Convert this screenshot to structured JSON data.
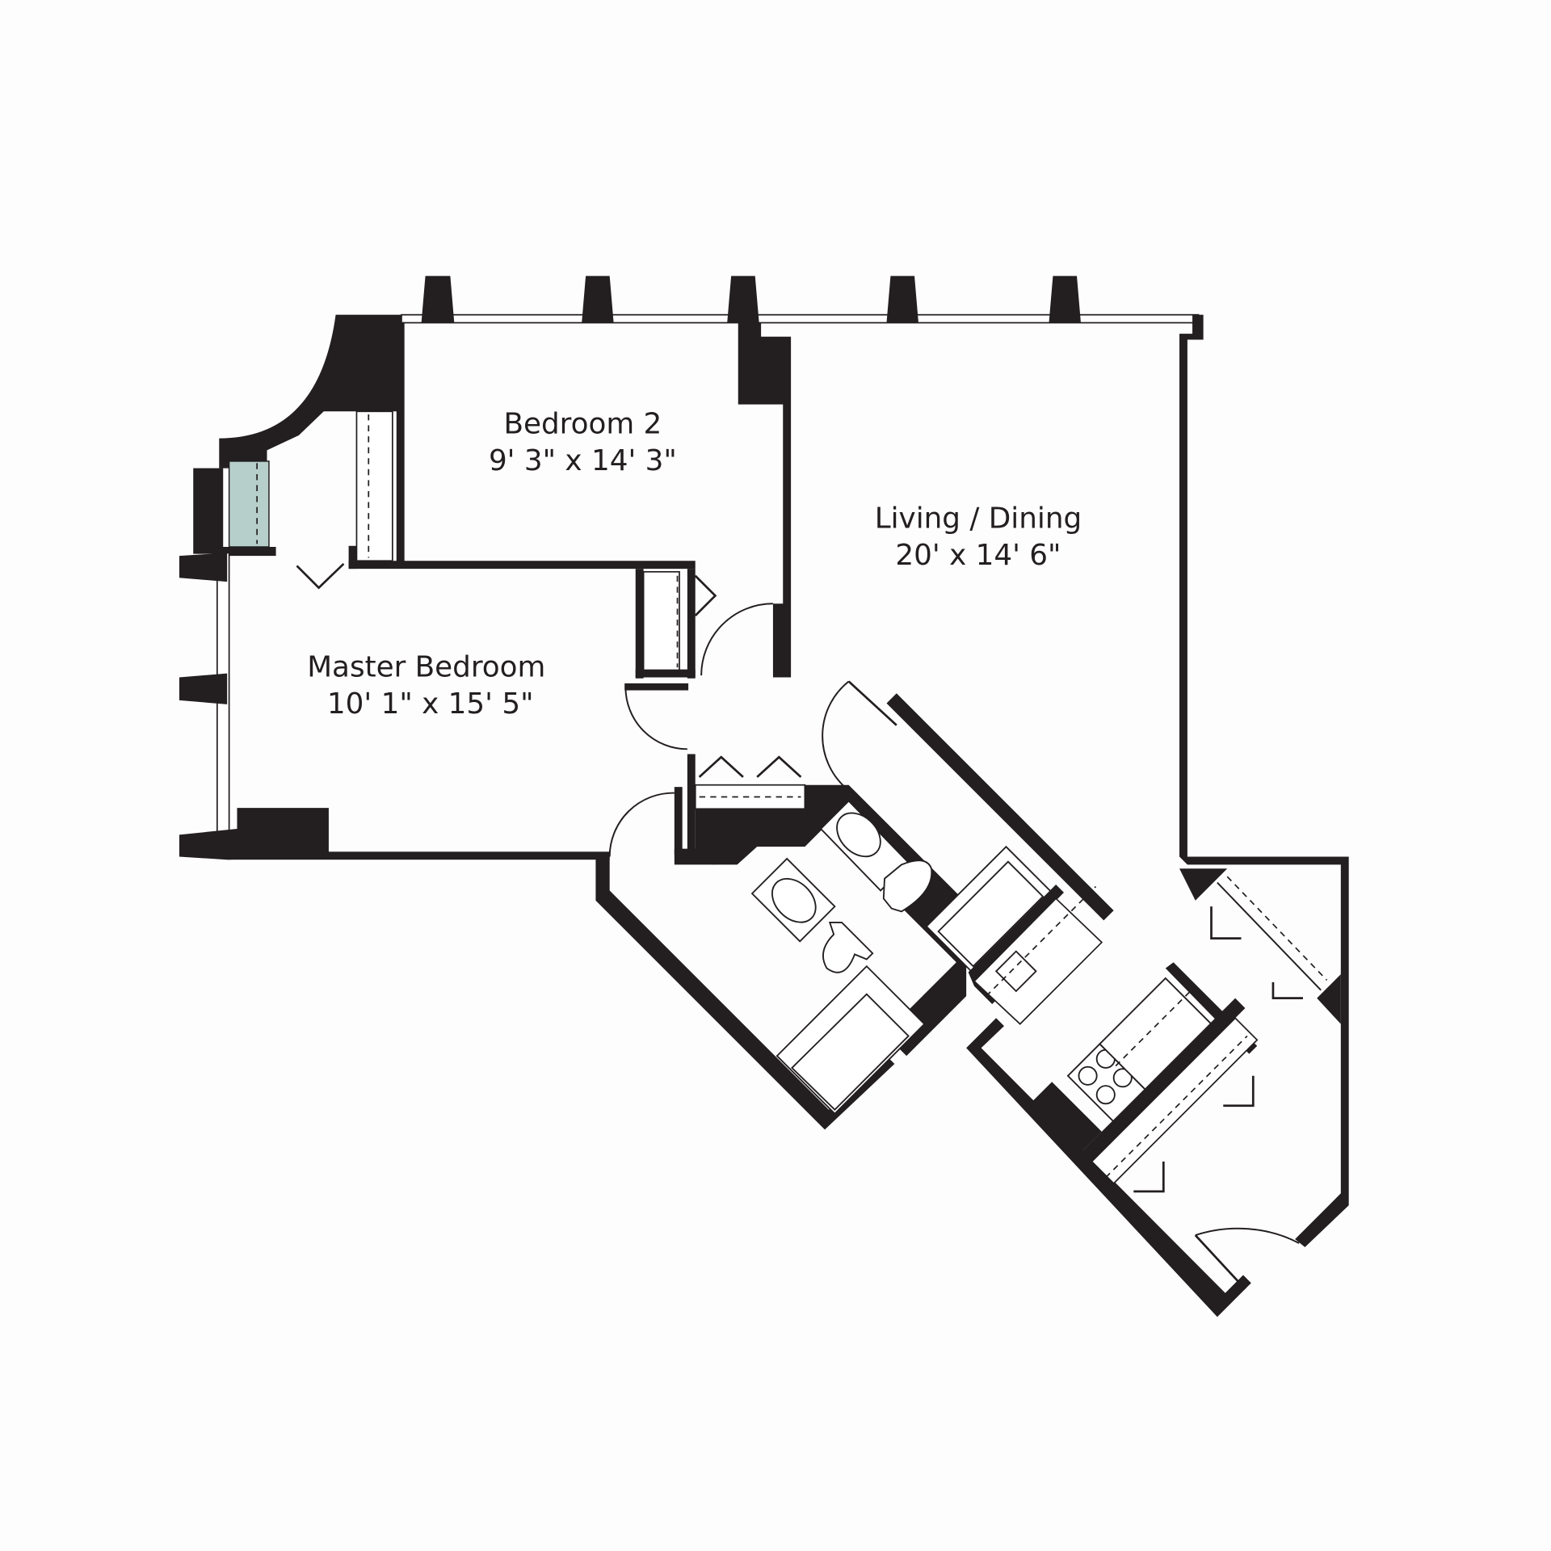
{
  "floorplan": {
    "colors": {
      "wall": "#231f20",
      "background": "#fefdfe",
      "glass_accent": "#b7cfcb"
    },
    "rooms": [
      {
        "id": "bedroom-2",
        "name": "Bedroom 2",
        "dimensions": "9' 3\" x 14' 3\""
      },
      {
        "id": "living-dining",
        "name": "Living / Dining",
        "dimensions": "20' x 14' 6\""
      },
      {
        "id": "master-bedroom",
        "name": "Master Bedroom",
        "dimensions": "10' 1\" x 15' 5\""
      }
    ],
    "unlabeled_areas": [
      "bathroom-1",
      "bathroom-2",
      "kitchen",
      "entry-foyer",
      "closets"
    ]
  }
}
